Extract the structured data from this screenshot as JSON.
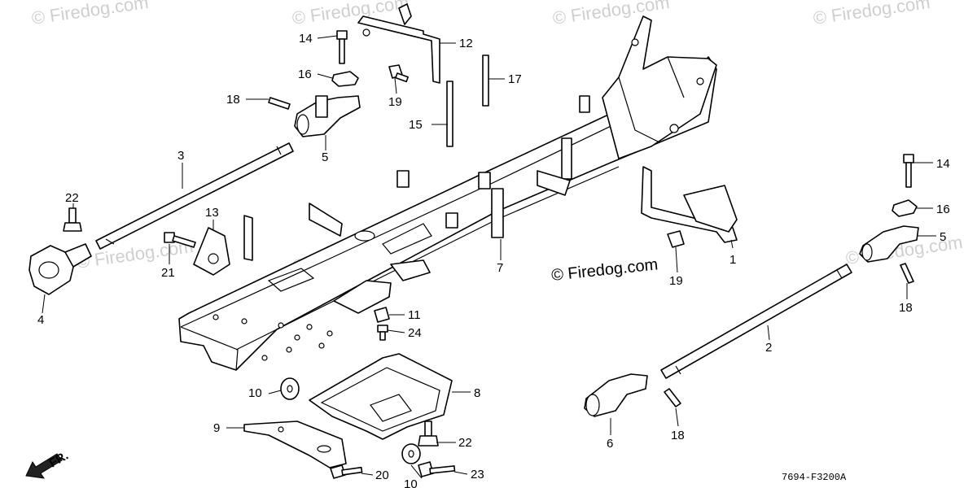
{
  "watermark": {
    "text": "© Firedog.com",
    "center_text": "© Firedog.com"
  },
  "diagram_code": "7694-F3200A",
  "direction": {
    "label": "FR."
  },
  "callouts": [
    "1",
    "2",
    "3",
    "4",
    "5",
    "5",
    "6",
    "7",
    "8",
    "9",
    "10",
    "10",
    "11",
    "12",
    "13",
    "14",
    "14",
    "15",
    "16",
    "16",
    "17",
    "18",
    "18",
    "18",
    "19",
    "19",
    "20",
    "21",
    "22",
    "22",
    "23",
    "24"
  ]
}
